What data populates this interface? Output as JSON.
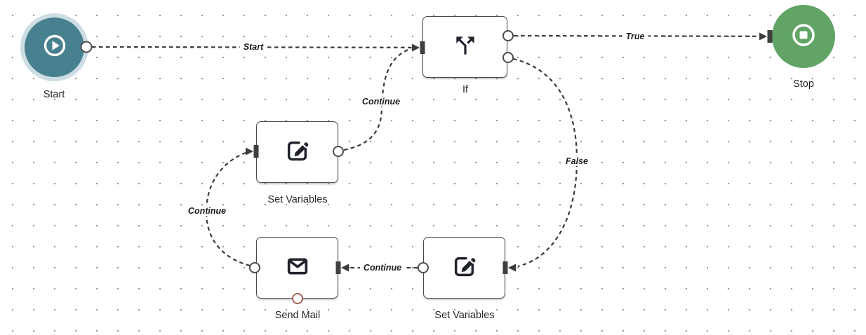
{
  "workflow": {
    "nodes": [
      {
        "id": "start",
        "kind": "start-event",
        "label": "Start",
        "icon": "play-icon",
        "color": "#47808f"
      },
      {
        "id": "if",
        "kind": "activity",
        "label": "If",
        "icon": "branch-icon",
        "color": "#ffffff"
      },
      {
        "id": "stop",
        "kind": "end-event",
        "label": "Stop",
        "icon": "stop-icon",
        "color": "#61a465"
      },
      {
        "id": "set-variables-1",
        "kind": "activity",
        "label": "Set Variables",
        "icon": "edit-icon",
        "color": "#ffffff"
      },
      {
        "id": "send-mail",
        "kind": "activity",
        "label": "Send Mail",
        "icon": "mail-icon",
        "color": "#ffffff"
      },
      {
        "id": "set-variables-2",
        "kind": "activity",
        "label": "Set Variables",
        "icon": "edit-icon",
        "color": "#ffffff"
      }
    ],
    "edges": [
      {
        "from": "start",
        "to": "if",
        "label": "Start"
      },
      {
        "from": "if",
        "to": "stop",
        "label": "True"
      },
      {
        "from": "if",
        "to": "set-variables-2",
        "label": "False"
      },
      {
        "from": "set-variables-2",
        "to": "send-mail",
        "label": "Continue"
      },
      {
        "from": "send-mail",
        "to": "set-variables-1",
        "label": "Continue"
      },
      {
        "from": "set-variables-1",
        "to": "if",
        "label": "Continue"
      }
    ],
    "colors": {
      "start_node": "#47808f",
      "start_halo": "#ccdde4",
      "stop_node": "#61a465",
      "node_border": "#4a4a4a",
      "edge_line": "#3b3b3b",
      "error_port": "#a4635a",
      "grid_dot": "#8f8f8f",
      "icon": "#20232b"
    }
  }
}
